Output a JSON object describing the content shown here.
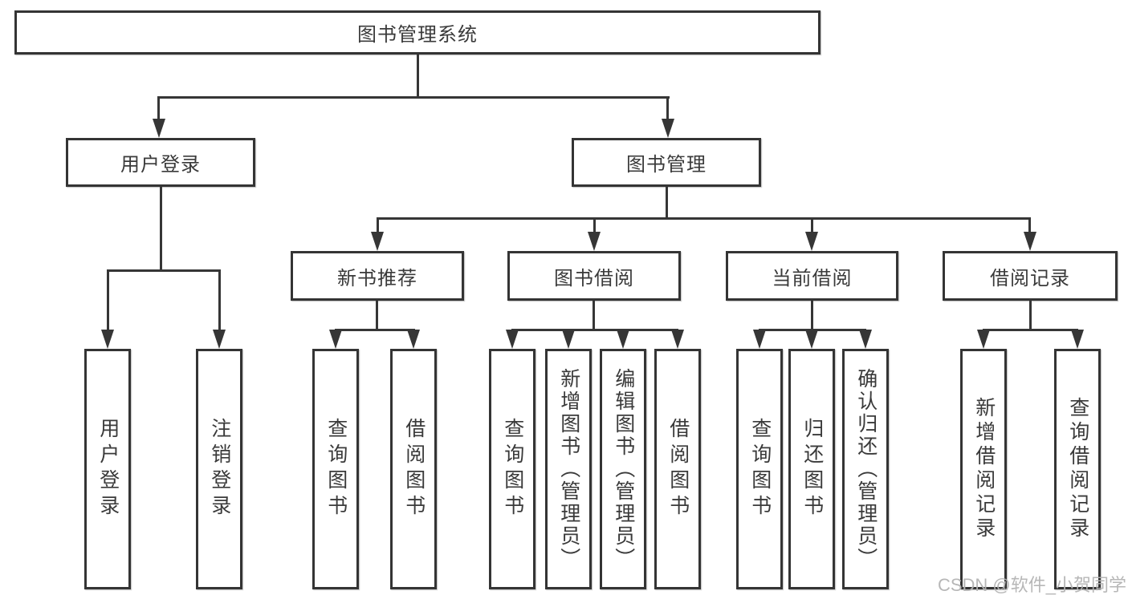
{
  "tree": {
    "label": "图书管理系统",
    "children": [
      {
        "label": "用户登录",
        "children": [
          {
            "label": "用户登录"
          },
          {
            "label": "注销登录"
          }
        ]
      },
      {
        "label": "图书管理",
        "children": [
          {
            "label": "新书推荐",
            "children": [
              {
                "label": "查询图书"
              },
              {
                "label": "借阅图书"
              }
            ]
          },
          {
            "label": "图书借阅",
            "children": [
              {
                "label": "查询图书"
              },
              {
                "label": "新增图书（管理员）"
              },
              {
                "label": "编辑图书（管理员）"
              },
              {
                "label": "借阅图书"
              }
            ]
          },
          {
            "label": "当前借阅",
            "children": [
              {
                "label": "查询图书"
              },
              {
                "label": "归还图书"
              },
              {
                "label": "确认归还（管理员）"
              }
            ]
          },
          {
            "label": "借阅记录",
            "children": [
              {
                "label": "新增借阅记录"
              },
              {
                "label": "查询借阅记录"
              }
            ]
          }
        ]
      }
    ]
  },
  "watermark": {
    "text": "CSDN @软件_小贺同学"
  },
  "colors": {
    "line": "#363636",
    "border": "#343434",
    "text": "#3a3a3a",
    "watermark": "#b4b4b4",
    "background": "#ffffff"
  }
}
